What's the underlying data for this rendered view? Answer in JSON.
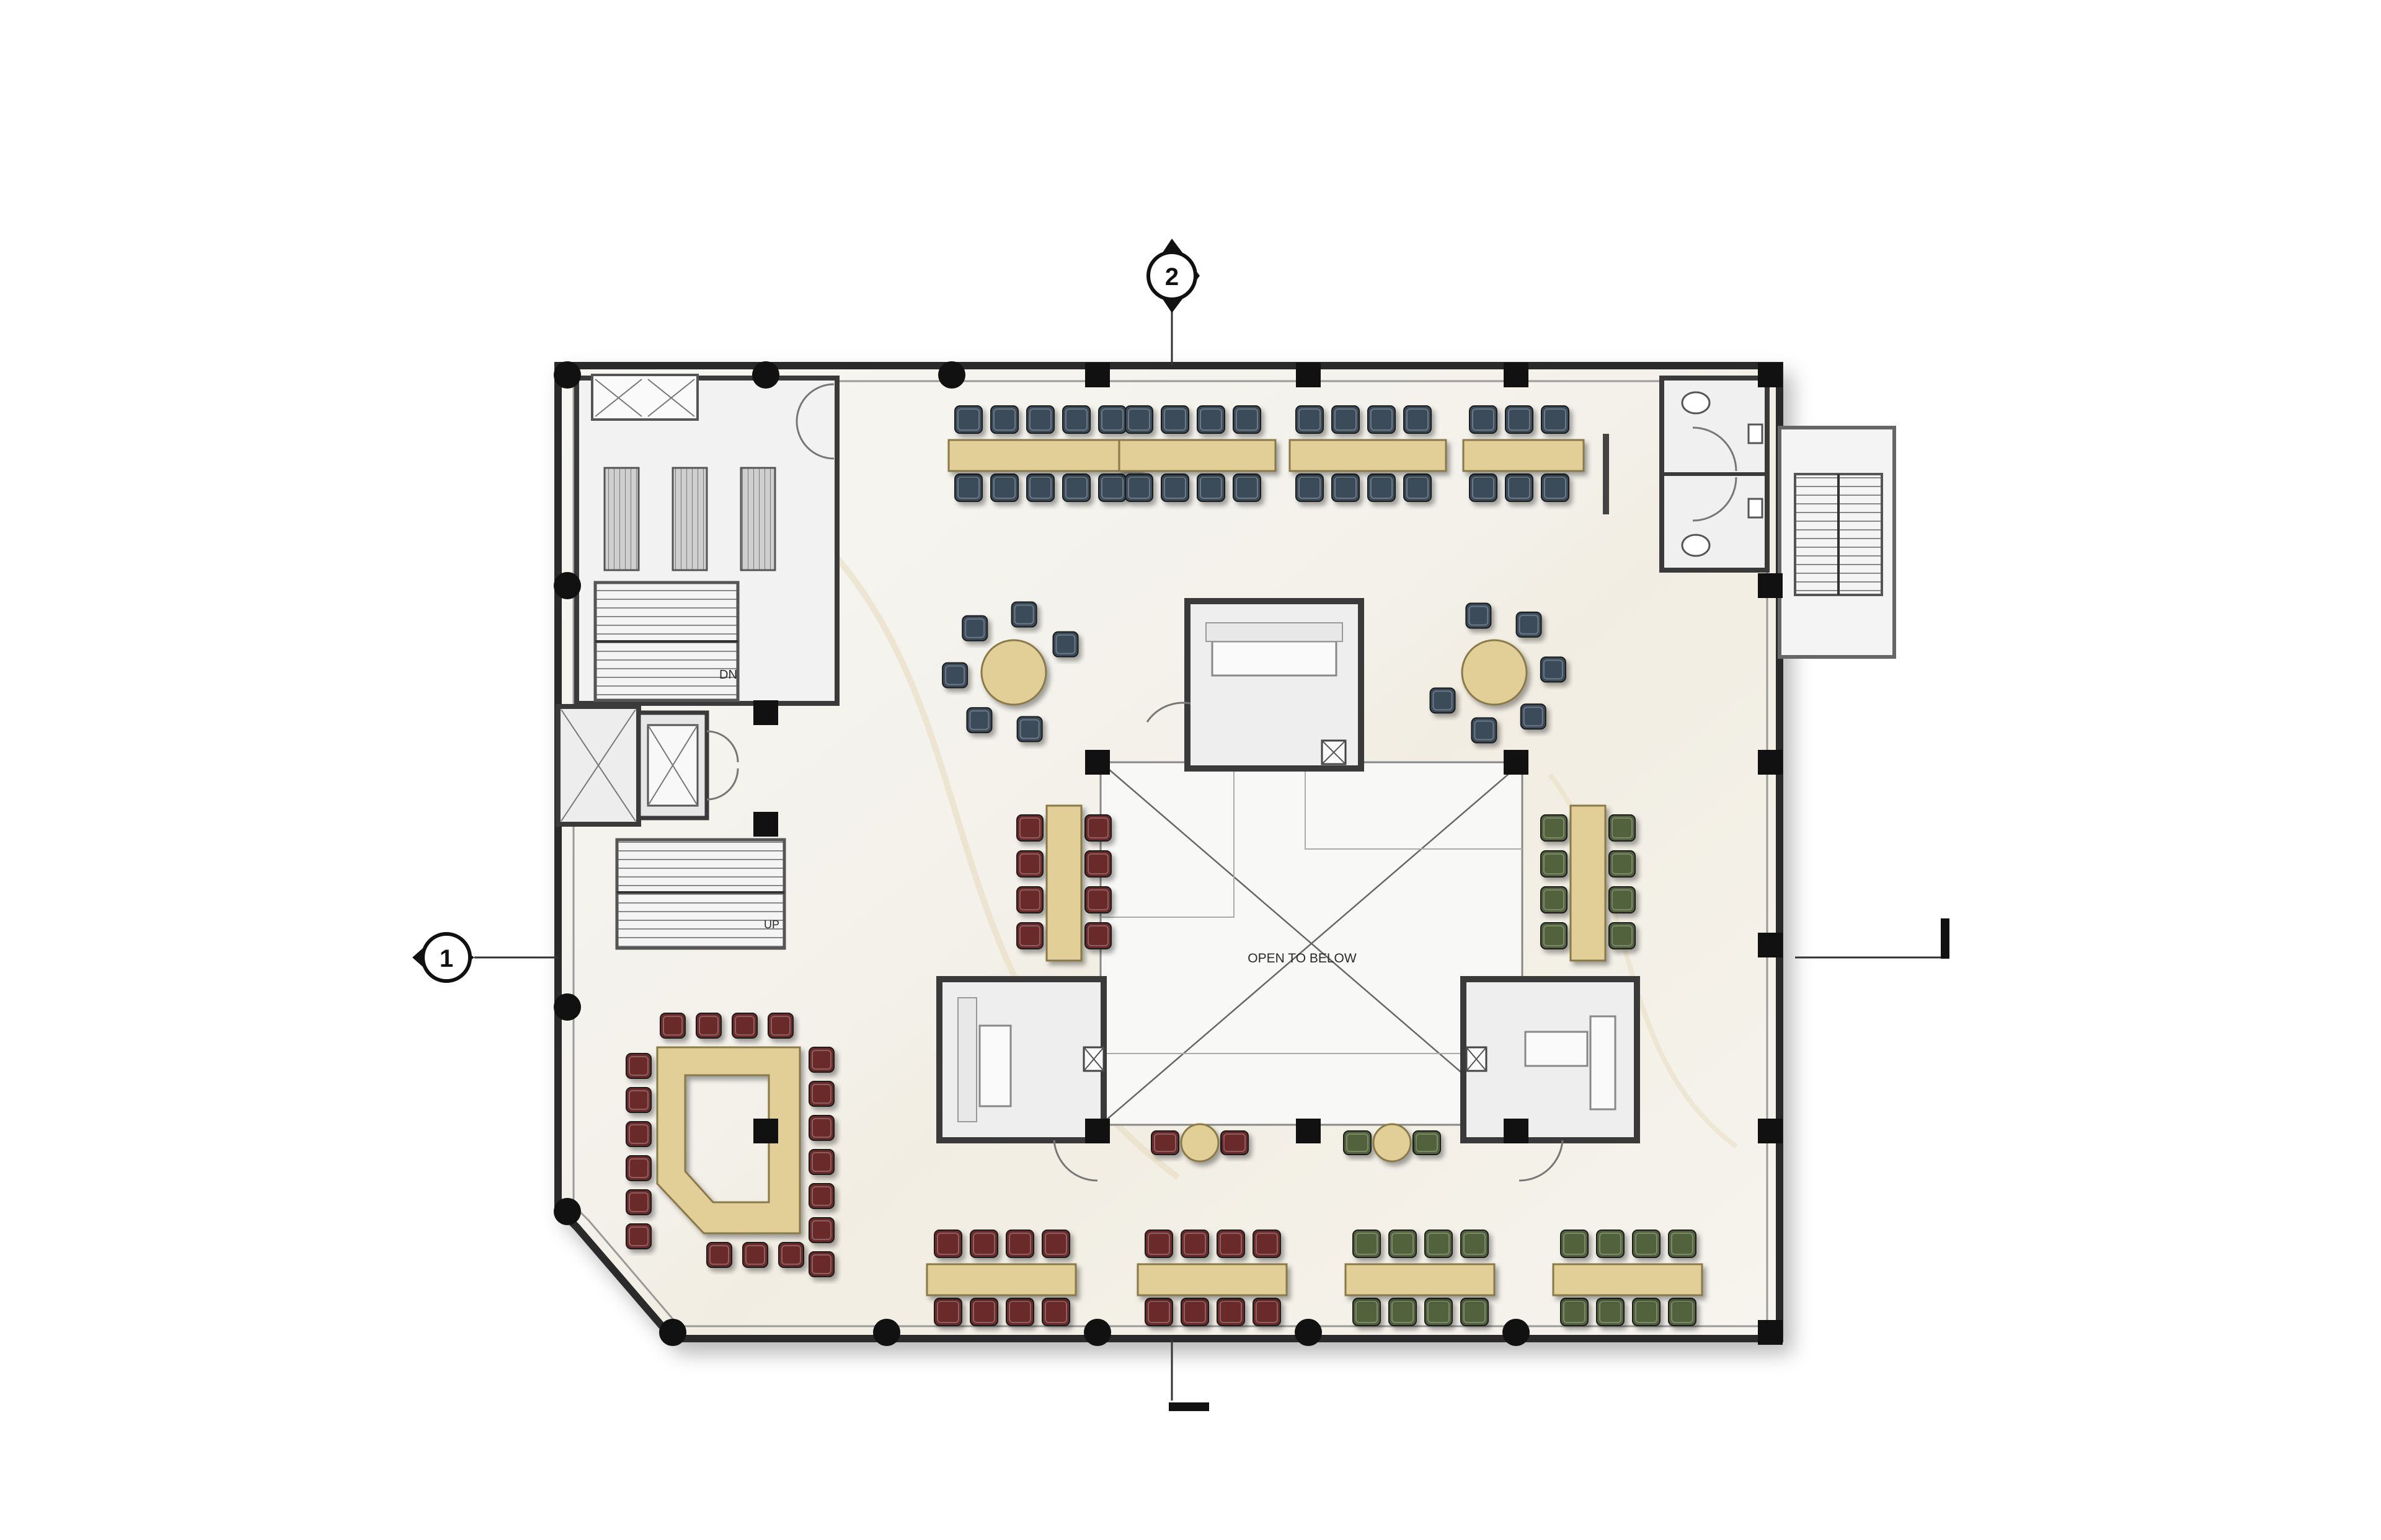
{
  "drawing": {
    "type": "architectural floor plan",
    "labels": {
      "atrium": "OPEN TO BELOW",
      "stair_down": "DN",
      "stair_up": "UP"
    },
    "section_markers": [
      {
        "id": "1",
        "direction": "left"
      },
      {
        "id": "2",
        "direction": "up"
      }
    ],
    "colors": {
      "floor": "#f6f4ee",
      "wall": "#2b2b2b",
      "column": "#111111",
      "table": "#e2cf98",
      "chair_blue": "#3a4b5a",
      "chair_red": "#6b2a2a",
      "chair_green": "#51623e"
    }
  }
}
